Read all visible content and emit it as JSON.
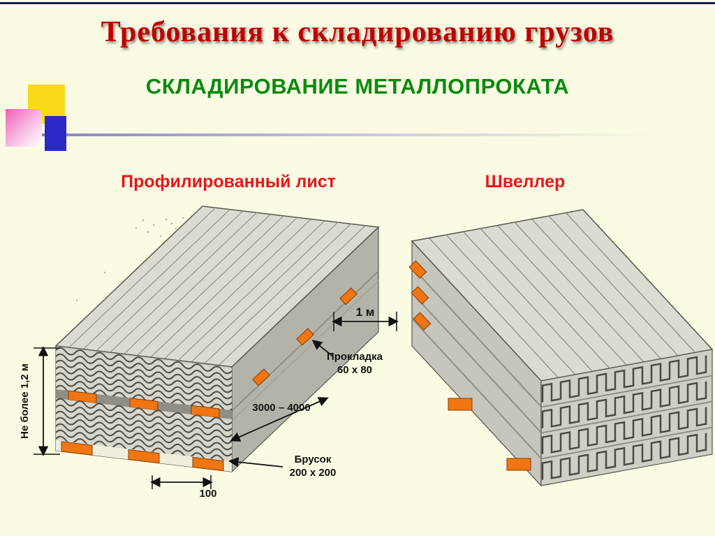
{
  "slide": {
    "title": "Требования к складированию грузов",
    "subtitle": "СКЛАДИРОВАНИЕ МЕТАЛЛОПРОКАТА"
  },
  "diagram": {
    "left_label": "Профилированный лист",
    "right_label": "Швеллер"
  },
  "annotations": {
    "gap_width": "1 м",
    "spacer_label_1": "Прокладка",
    "spacer_label_2": "60 х 80",
    "length_range": "3000 – 4000",
    "block_label_1": "Брусок",
    "block_label_2": "200 х 200",
    "block_offset": "100",
    "max_height": "Не более 1,2 м"
  },
  "colors": {
    "background": "#fbfbe3",
    "title_red": "#c00000",
    "subtitle_green": "#0b8a10",
    "label_red": "#e8151e",
    "spacer_orange": "#ef7612",
    "steel_gray": "#cfcfc6",
    "top_rule_blue": "#1c1c5e"
  }
}
